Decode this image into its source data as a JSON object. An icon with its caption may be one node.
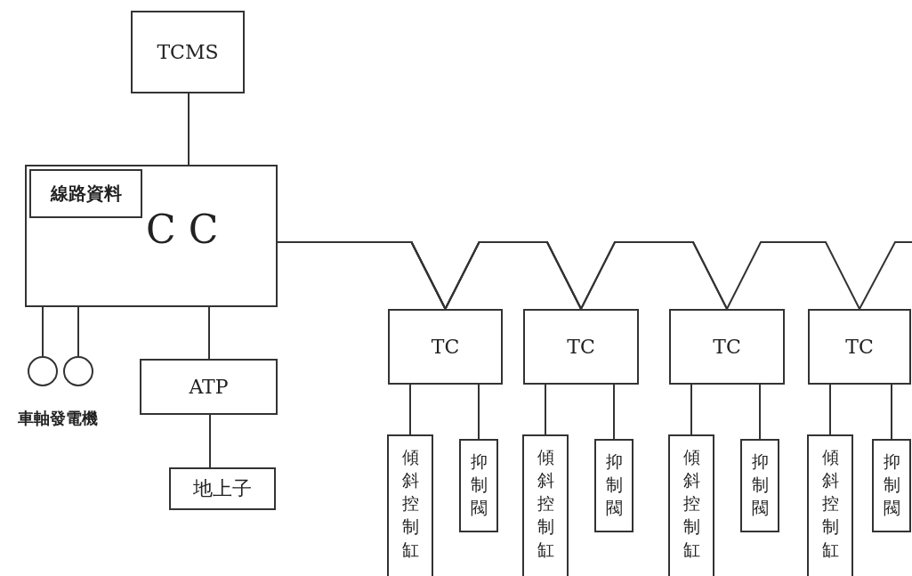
{
  "diagram": {
    "nodes": [
      {
        "text": [
          "TCMS"
        ]
      },
      {
        "text": [
          "CC"
        ]
      },
      {
        "text": [
          "線路資料"
        ],
        "in": 1
      },
      {
        "text": [],
        "shape": "circle"
      },
      {
        "text": [],
        "shape": "circle"
      },
      {
        "text": [
          "ATP"
        ]
      },
      {
        "text": [
          "地上子"
        ]
      },
      {
        "text": [
          "TC"
        ]
      },
      {
        "text": [
          "傾斜控制缸"
        ]
      },
      {
        "text": [
          "抑制閥"
        ]
      },
      {
        "text": [
          "TC"
        ]
      },
      {
        "text": [
          "傾斜控制缸"
        ]
      },
      {
        "text": [
          "抑制閥"
        ]
      },
      {
        "text": [
          "TC"
        ]
      },
      {
        "text": [
          "傾斜控制缸"
        ]
      },
      {
        "text": [
          "抑制閥"
        ]
      },
      {
        "text": [
          "TC"
        ]
      },
      {
        "text": [
          "傾斜控制缸"
        ]
      },
      {
        "text": [
          "抑制閥"
        ]
      }
    ],
    "edges": [
      {
        "from": 0,
        "to": 1,
        "arrow": "none"
      },
      {
        "from": 1,
        "to": 3,
        "arrow": "none"
      },
      {
        "from": 1,
        "to": 4,
        "arrow": "none"
      },
      {
        "from": 1,
        "to": 5,
        "arrow": "none"
      },
      {
        "from": 5,
        "to": 6,
        "arrow": "none"
      },
      {
        "from": 1,
        "to": 7,
        "arrow": "none"
      },
      {
        "from": 1,
        "to": 10,
        "arrow": "none"
      },
      {
        "from": 1,
        "to": 13,
        "arrow": "none"
      },
      {
        "from": 1,
        "to": 16,
        "arrow": "none"
      },
      {
        "from": 7,
        "to": 8,
        "arrow": "none"
      },
      {
        "from": 7,
        "to": 9,
        "arrow": "none"
      },
      {
        "from": 10,
        "to": 11,
        "arrow": "none"
      },
      {
        "from": 10,
        "to": 12,
        "arrow": "none"
      },
      {
        "from": 13,
        "to": 14,
        "arrow": "none"
      },
      {
        "from": 13,
        "to": 15,
        "arrow": "none"
      },
      {
        "from": 16,
        "to": 17,
        "arrow": "none"
      },
      {
        "from": 16,
        "to": 18,
        "arrow": "none"
      }
    ],
    "labels": [
      "車軸發電機"
    ]
  }
}
